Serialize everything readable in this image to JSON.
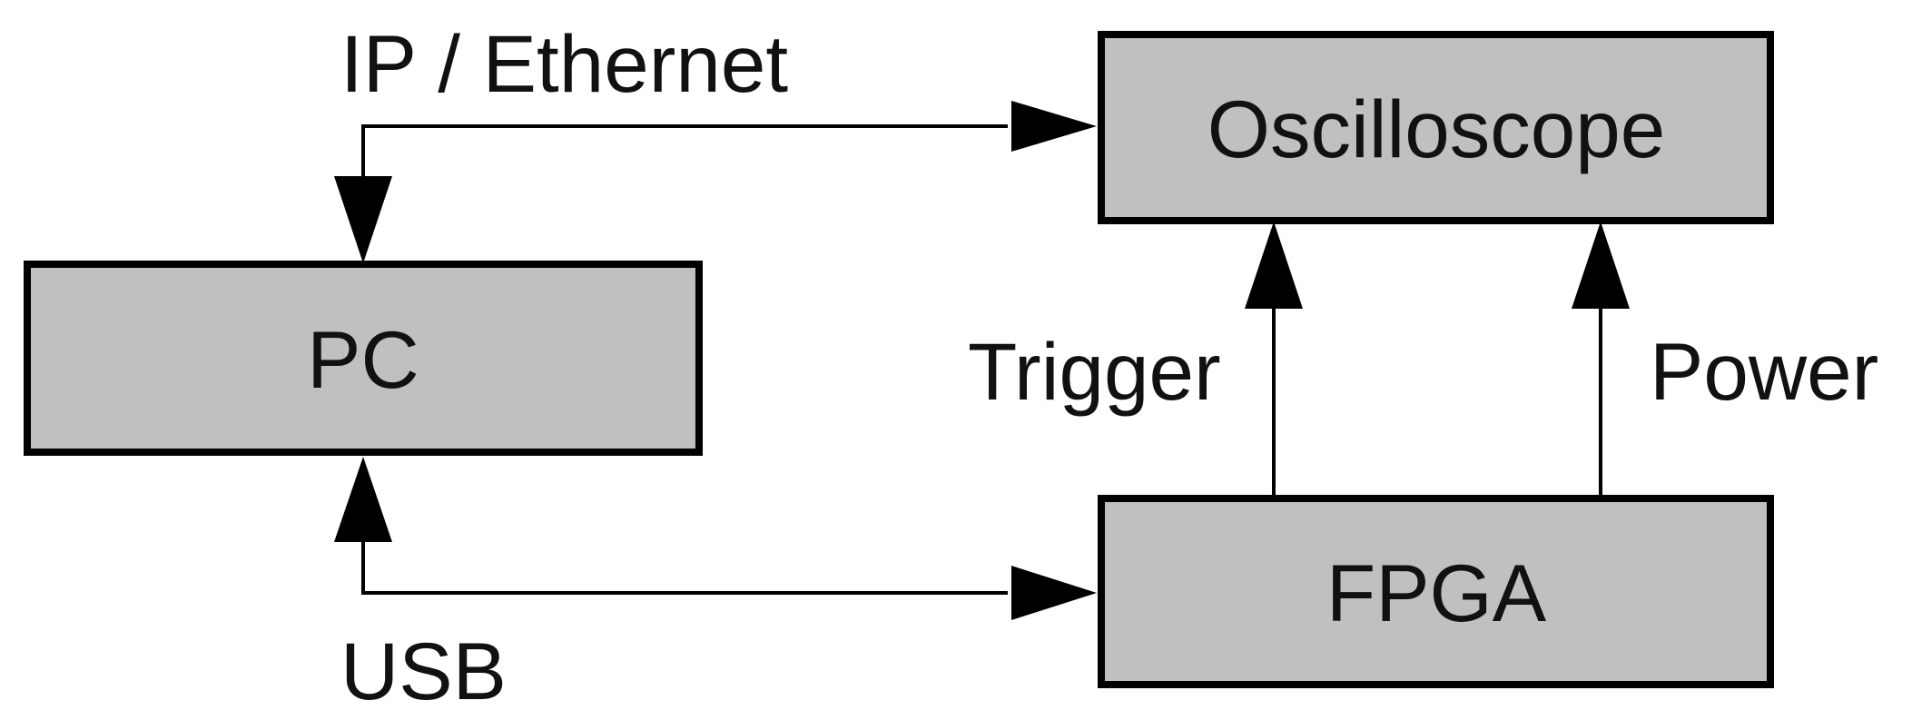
{
  "diagram": {
    "nodes": {
      "pc": {
        "label": "PC"
      },
      "oscilloscope": {
        "label": "Oscilloscope"
      },
      "fpga": {
        "label": "FPGA"
      }
    },
    "edges": {
      "ip_ethernet": {
        "label": "IP / Ethernet",
        "from": "pc",
        "to": "oscilloscope",
        "direction": "bidirectional"
      },
      "usb": {
        "label": "USB",
        "from": "pc",
        "to": "fpga",
        "direction": "bidirectional"
      },
      "trigger": {
        "label": "Trigger",
        "from": "fpga",
        "to": "oscilloscope",
        "direction": "forward"
      },
      "power": {
        "label": "Power",
        "from": "fpga",
        "to": "oscilloscope",
        "direction": "forward"
      }
    },
    "colors": {
      "box_fill": "#c0c0c0",
      "stroke": "#000000",
      "text": "#111111",
      "background": "#ffffff"
    }
  }
}
